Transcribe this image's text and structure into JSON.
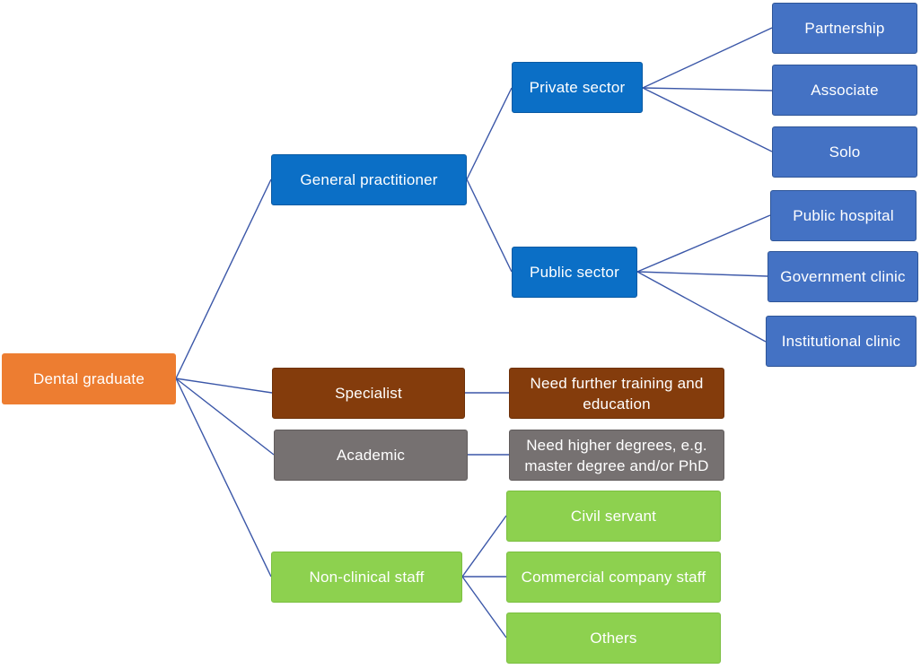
{
  "diagram": {
    "root": {
      "label": "Dental graduate",
      "color": "#ed7d31"
    },
    "general_practitioner": {
      "label": "General practitioner",
      "color": "#0b6fc6",
      "private_sector": {
        "label": "Private sector",
        "children": [
          "Partnership",
          "Associate",
          "Solo"
        ]
      },
      "public_sector": {
        "label": "Public sector",
        "children": [
          "Public hospital",
          "Government clinic",
          "Institutional clinic"
        ]
      }
    },
    "specialist": {
      "label": "Specialist",
      "note": "Need further training and education",
      "color": "#843c0c"
    },
    "academic": {
      "label": "Academic",
      "note": "Need higher degrees, e.g. master degree and/or PhD",
      "color": "#767171"
    },
    "non_clinical": {
      "label": "Non-clinical staff",
      "color": "#8dd14f",
      "children": [
        "Civil servant",
        "Commercial company staff",
        "Others"
      ]
    },
    "connector_color": "#3b57a8"
  }
}
